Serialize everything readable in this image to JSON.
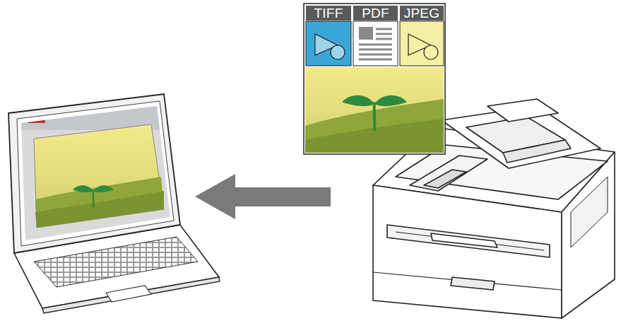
{
  "diagram": {
    "nodes": [
      {
        "text": [
          "TIFF"
        ]
      },
      {
        "text": [
          "PDF"
        ]
      },
      {
        "text": [
          "JPEG"
        ]
      }
    ]
  }
}
